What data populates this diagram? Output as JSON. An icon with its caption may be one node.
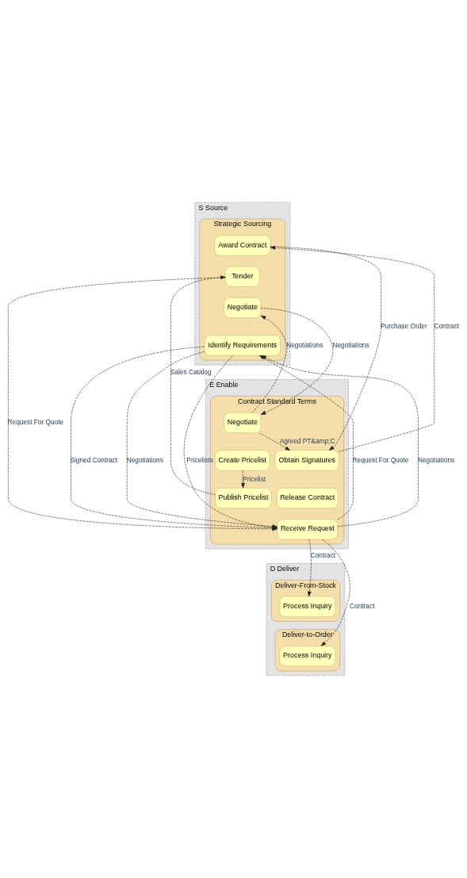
{
  "diagram": {
    "nodes": [
      {
        "text": [
          "S Source"
        ]
      },
      {
        "text": [
          "Strategic Sourcing"
        ],
        "in": 0
      },
      {
        "text": [
          "Award Contract"
        ],
        "in": 1
      },
      {
        "text": [
          "Tender"
        ],
        "in": 1
      },
      {
        "text": [
          "Negotiate"
        ],
        "in": 1
      },
      {
        "text": [
          "Identify Requirements"
        ],
        "in": 1
      },
      {
        "text": [
          "E Enable"
        ]
      },
      {
        "text": [
          "Contract Standard Terms"
        ],
        "in": 6
      },
      {
        "text": [
          "Negotiate"
        ],
        "in": 7
      },
      {
        "text": [
          "Obtain Signatures"
        ],
        "in": 7
      },
      {
        "text": [
          "Create Pricelist"
        ],
        "in": 7
      },
      {
        "text": [
          "Publish Pricelist"
        ],
        "in": 7
      },
      {
        "text": [
          "Release Contract"
        ],
        "in": 7
      },
      {
        "text": [
          "Receive Request"
        ],
        "in": 7
      },
      {
        "text": [
          "D Deliver"
        ]
      },
      {
        "text": [
          "Deliver-From-Stock"
        ],
        "in": 14
      },
      {
        "text": [
          "Process Inquiry"
        ],
        "in": 15
      },
      {
        "text": [
          "Deliver-to-Order"
        ],
        "in": 14
      },
      {
        "text": [
          "Process Inquiry"
        ],
        "in": 17
      }
    ],
    "edges": [
      {
        "from": 9,
        "to": 2,
        "arrow": "to",
        "label": "Contract",
        "style": "dashed"
      },
      {
        "from": 2,
        "to": 9,
        "arrow": "to",
        "label": "Purchase Order",
        "style": "dashed"
      },
      {
        "from": 11,
        "to": 3,
        "arrow": "to",
        "label": "Sales Catalog",
        "style": "dashed"
      },
      {
        "from": 4,
        "to": 8,
        "arrow": "to",
        "label": "Negotiations",
        "style": "dashed"
      },
      {
        "from": 8,
        "to": 4,
        "arrow": "to",
        "label": "Negotiations",
        "style": "dashed"
      },
      {
        "from": 3,
        "to": 13,
        "arrow": "to",
        "label": "Request For Quote",
        "style": "dashed"
      },
      {
        "from": 13,
        "to": 5,
        "arrow": "to",
        "label": "Request For Quote",
        "style": "dashed"
      },
      {
        "from": 5,
        "to": 13,
        "arrow": "to",
        "label": "Negotiations",
        "style": "dashed"
      },
      {
        "from": 13,
        "to": 5,
        "arrow": "to",
        "label": "Negotiations",
        "style": "dashed"
      },
      {
        "from": 5,
        "to": 13,
        "arrow": "to",
        "label": "Pricelists",
        "style": "dashed"
      },
      {
        "from": 5,
        "to": 13,
        "arrow": "to",
        "label": "Signed Contract",
        "style": "dashed"
      },
      {
        "from": 8,
        "to": 9,
        "arrow": "to",
        "label": "Agreed PT&amp;C",
        "style": "dashed"
      },
      {
        "from": 10,
        "to": 11,
        "arrow": "to",
        "label": "Pricelist",
        "style": "dashed"
      },
      {
        "from": 13,
        "to": 16,
        "arrow": "to",
        "label": "Contract",
        "style": "dashed"
      },
      {
        "from": 13,
        "to": 18,
        "arrow": "to",
        "label": "Contract",
        "style": "dashed"
      }
    ]
  }
}
